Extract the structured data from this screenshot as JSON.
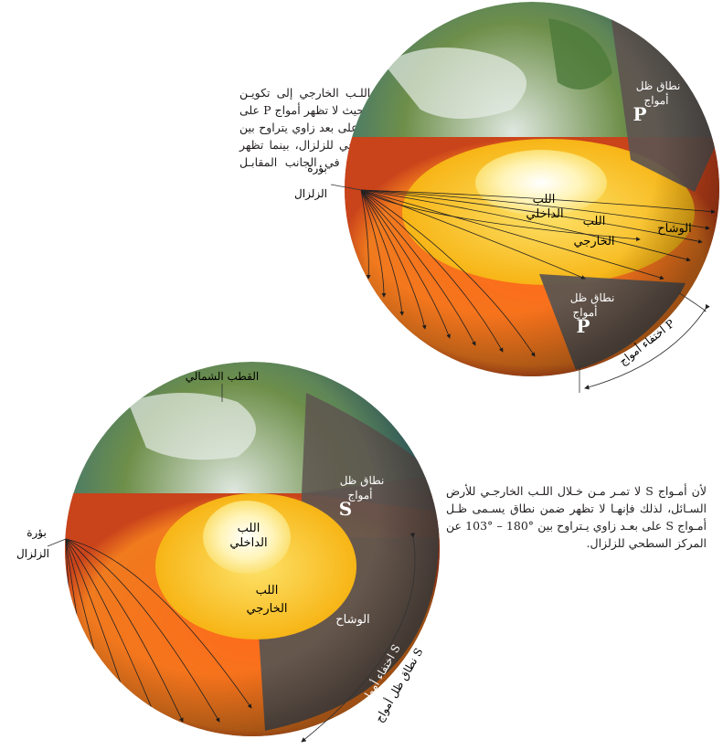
{
  "para_p": "يـؤدي انكسـار أمـواج P عنـد اللـب الخارجي إلى تكويـن نطـاق ظـل عـلى سـطح الأرض، بحيث لا تظهر أمواج P على المخطط الزلزالي (السيزموجرام) على بعد زاوي يتراوح بين °143 – °103 عن المركز السـطحي للزلزال، بينما تظهر أمـواج P على أجهزة السـيزمومتر في الجانب المقابـل للمركز السـطحي للزلزال.",
  "para_s": "لأن أمـواج S لا تمـر مـن خـلال اللـب الخارجـي للأرض السـائل، لذلك فإنهـا لا تظهر ضمن نطاق يسـمى ظـل أمـواج S على بعـد زاوي يـتراوح بين °180 – °103 عن المركز السطحي للزلزال.",
  "top_diagram": {
    "shadow_zone_upper_1": "نطاق ظل",
    "shadow_zone_upper_2": "أمواج",
    "shadow_zone_upper_3": "P",
    "focus_1": "بؤرة",
    "focus_2": "الزلزال",
    "inner_core_1": "اللب",
    "inner_core_2": "الداخلي",
    "outer_core_1": "اللب",
    "outer_core_2": "الخارجي",
    "mantle": "الوشاح",
    "shadow_zone_lower_1": "نطاق ظل",
    "shadow_zone_lower_2": "أمواج",
    "shadow_zone_lower_3": "P",
    "disappearance": "اختفاء أمواج P"
  },
  "bottom_diagram": {
    "north_pole": "القطب الشمالي",
    "shadow_zone_1": "نطاق ظل",
    "shadow_zone_2": "أمواج",
    "shadow_zone_3": "S",
    "focus_1": "بؤرة",
    "focus_2": "الزلزال",
    "inner_core_1": "اللب",
    "inner_core_2": "الداخلي",
    "outer_core_1": "اللب",
    "outer_core_2": "الخارجي",
    "mantle": "الوشاح",
    "disappearance": "اختفاء أمواج S",
    "shadow_arc": "نطاق ظل أمواج S"
  },
  "colors": {
    "mantle": "#f07a1e",
    "outer_core": "#f9c21c",
    "inner_core": "#fff4b8",
    "shadow": "#5e5550",
    "ocean": "#1e5f8f",
    "land": "#6e8f4a"
  }
}
